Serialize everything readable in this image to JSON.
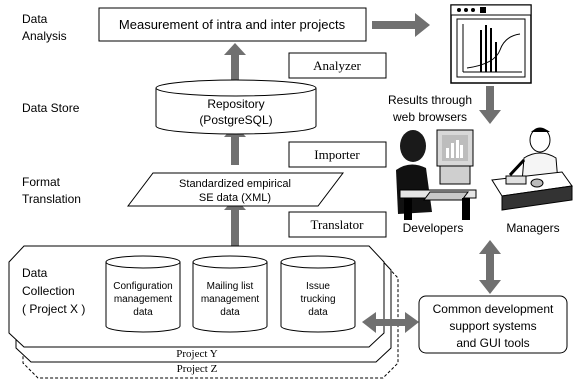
{
  "layers": {
    "analysis": [
      "Data",
      "Analysis"
    ],
    "store": "Data Store",
    "format": [
      "Format",
      "Translation"
    ],
    "collection": [
      "Data",
      "Collection"
    ],
    "collection_project": "( Project X )"
  },
  "top_box": "Measurement of intra and inter projects",
  "tools": {
    "analyzer": "Analyzer",
    "importer": "Importer",
    "translator": "Translator"
  },
  "repository": [
    "Repository",
    "(PostgreSQL)"
  ],
  "standardized": [
    "Standardized empirical",
    "SE data (XML)"
  ],
  "sources": [
    [
      "Configuration",
      "management",
      "data"
    ],
    [
      "Mailing list",
      "management",
      "data"
    ],
    [
      "Issue",
      "trucking",
      "data"
    ]
  ],
  "projects": {
    "y": "Project Y",
    "z": "Project Z"
  },
  "web": [
    "Results through",
    "web browsers"
  ],
  "people": {
    "developers": "Developers",
    "managers": "Managers"
  },
  "common": [
    "Common development",
    "support systems",
    "and GUI tools"
  ],
  "colors": {
    "arrow": "#707070",
    "line": "#000000",
    "monitor": "#f2f2f2"
  }
}
